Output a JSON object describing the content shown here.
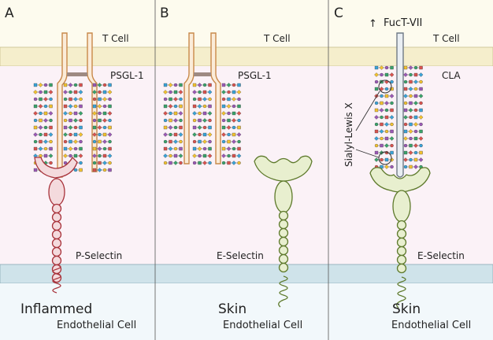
{
  "panels": [
    {
      "letter": "A",
      "top_label": "T Cell",
      "receptor_label": "PSGL-1",
      "selectin_label": "P-Selectin",
      "bottom_title": "Inflammed",
      "bottom_label": "Endothelial Cell",
      "selectin_color": "#a8333b"
    },
    {
      "letter": "B",
      "top_label": "T Cell",
      "receptor_label": "PSGL-1",
      "selectin_label": "E-Selectin",
      "bottom_title": "Skin",
      "bottom_label": "Endothelial Cell",
      "selectin_color": "#5e7a2c"
    },
    {
      "letter": "C",
      "top_label": "T Cell",
      "receptor_label": "CLA",
      "selectin_label": "E-Selectin",
      "bottom_title": "Skin",
      "bottom_label": "Endothelial Cell",
      "selectin_color": "#5e7a2c",
      "annotation": "Sialyl-Lewis X",
      "enzyme_label": "FucT-VII",
      "enzyme_arrow": "↑"
    }
  ],
  "colors": {
    "tcell_bg": "#fdfbee",
    "membrane_top": "#f5eecc",
    "interstitial": "#fbf2f7",
    "membrane_bottom": "#cfe3ea",
    "endo_bg": "#f2f8fb",
    "psgl_stroke": "#c8894a",
    "psgl_fill": "#fbecd9",
    "cla_stroke": "#6f7a86",
    "cla_fill": "#e9eef3",
    "eselectin_fill": "#e8efcf",
    "pselectin_fill": "#f4dadd"
  }
}
